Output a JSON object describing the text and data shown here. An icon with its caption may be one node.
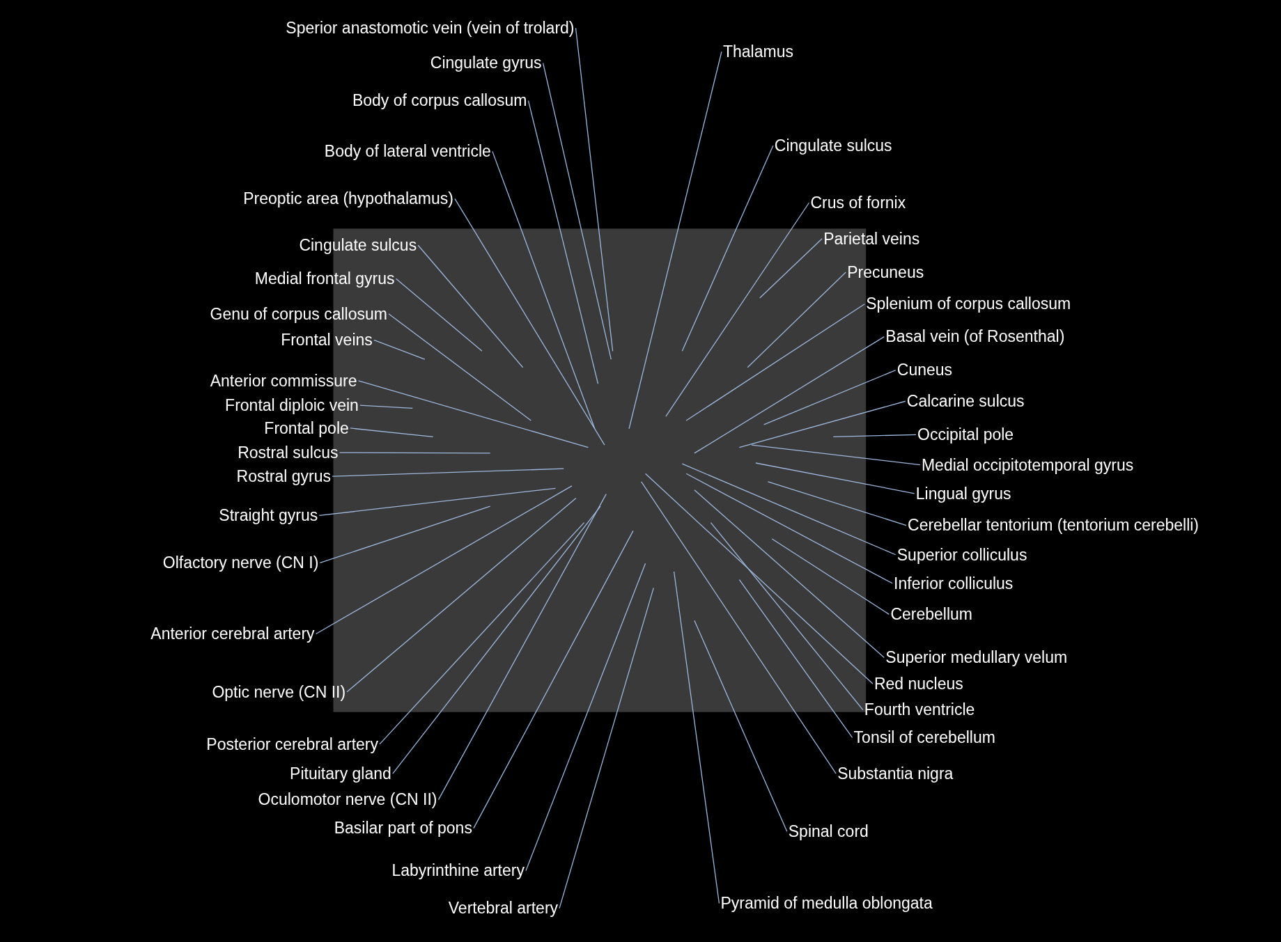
{
  "diagram": {
    "nodes": [
      {
        "text": [
          "Sperior anastomotic vein (vein of trolard)"
        ]
      },
      {
        "text": [
          "Cingulate gyrus"
        ]
      },
      {
        "text": [
          "Body of corpus callosum"
        ]
      },
      {
        "text": [
          "Body of lateral ventricle"
        ]
      },
      {
        "text": [
          "Preoptic area (hypothalamus)"
        ]
      },
      {
        "text": [
          "Cingulate sulcus"
        ]
      },
      {
        "text": [
          "Medial frontal gyrus"
        ]
      },
      {
        "text": [
          "Genu of corpus callosum"
        ]
      },
      {
        "text": [
          "Frontal veins"
        ]
      },
      {
        "text": [
          "Anterior commissure"
        ]
      },
      {
        "text": [
          "Frontal diploic vein"
        ]
      },
      {
        "text": [
          "Frontal pole"
        ]
      },
      {
        "text": [
          "Rostral sulcus"
        ]
      },
      {
        "text": [
          "Rostral gyrus"
        ]
      },
      {
        "text": [
          "Straight gyrus"
        ]
      },
      {
        "text": [
          "Olfactory nerve (CN I)"
        ]
      },
      {
        "text": [
          "Anterior cerebral artery"
        ]
      },
      {
        "text": [
          "Optic nerve (CN II)"
        ]
      },
      {
        "text": [
          "Posterior cerebral artery"
        ]
      },
      {
        "text": [
          "Pituitary gland"
        ]
      },
      {
        "text": [
          "Oculomotor nerve (CN II)"
        ]
      },
      {
        "text": [
          "Basilar part of pons"
        ]
      },
      {
        "text": [
          "Labyrinthine artery"
        ]
      },
      {
        "text": [
          "Vertebral artery"
        ]
      },
      {
        "text": [
          "Thalamus"
        ]
      },
      {
        "text": [
          "Cingulate sulcus"
        ]
      },
      {
        "text": [
          "Crus of fornix"
        ]
      },
      {
        "text": [
          "Parietal veins"
        ]
      },
      {
        "text": [
          "Precuneus"
        ]
      },
      {
        "text": [
          "Splenium of corpus callosum"
        ]
      },
      {
        "text": [
          "Basal vein (of Rosenthal)"
        ]
      },
      {
        "text": [
          "Cuneus"
        ]
      },
      {
        "text": [
          "Calcarine sulcus"
        ]
      },
      {
        "text": [
          "Occipital pole"
        ]
      },
      {
        "text": [
          "Medial occipitotemporal gyrus"
        ]
      },
      {
        "text": [
          "Lingual gyrus"
        ]
      },
      {
        "text": [
          "Cerebellar tentorium (tentorium cerebelli)"
        ]
      },
      {
        "text": [
          "Superior colliculus"
        ]
      },
      {
        "text": [
          "Inferior colliculus"
        ]
      },
      {
        "text": [
          "Cerebellum"
        ]
      },
      {
        "text": [
          "Superior medullary velum"
        ]
      },
      {
        "text": [
          "Red nucleus"
        ]
      },
      {
        "text": [
          "Fourth ventricle"
        ]
      },
      {
        "text": [
          "Tonsil of cerebellum"
        ]
      },
      {
        "text": [
          "Substantia nigra"
        ]
      },
      {
        "text": [
          "Spinal cord"
        ]
      },
      {
        "text": [
          "Pyramid of medulla oblongata"
        ]
      }
    ],
    "edges": [
      {
        "from": 0,
        "to": null,
        "arrow": "none"
      },
      {
        "from": 1,
        "to": null,
        "arrow": "none"
      },
      {
        "from": 2,
        "to": null,
        "arrow": "none"
      },
      {
        "from": 3,
        "to": null,
        "arrow": "none"
      },
      {
        "from": 4,
        "to": null,
        "arrow": "none"
      },
      {
        "from": 5,
        "to": null,
        "arrow": "none"
      },
      {
        "from": 6,
        "to": null,
        "arrow": "none"
      },
      {
        "from": 7,
        "to": null,
        "arrow": "none"
      },
      {
        "from": 8,
        "to": null,
        "arrow": "none"
      },
      {
        "from": 9,
        "to": null,
        "arrow": "none"
      },
      {
        "from": 10,
        "to": null,
        "arrow": "none"
      },
      {
        "from": 11,
        "to": null,
        "arrow": "none"
      },
      {
        "from": 12,
        "to": null,
        "arrow": "none"
      },
      {
        "from": 13,
        "to": null,
        "arrow": "none"
      },
      {
        "from": 14,
        "to": null,
        "arrow": "none"
      },
      {
        "from": 15,
        "to": null,
        "arrow": "none"
      },
      {
        "from": 16,
        "to": null,
        "arrow": "none"
      },
      {
        "from": 17,
        "to": null,
        "arrow": "none"
      },
      {
        "from": 18,
        "to": null,
        "arrow": "none"
      },
      {
        "from": 19,
        "to": null,
        "arrow": "none"
      },
      {
        "from": 20,
        "to": null,
        "arrow": "none"
      },
      {
        "from": 21,
        "to": null,
        "arrow": "none"
      },
      {
        "from": 22,
        "to": null,
        "arrow": "none"
      },
      {
        "from": 23,
        "to": null,
        "arrow": "none"
      },
      {
        "from": 24,
        "to": null,
        "arrow": "none"
      },
      {
        "from": 25,
        "to": null,
        "arrow": "none"
      },
      {
        "from": 26,
        "to": null,
        "arrow": "none"
      },
      {
        "from": 27,
        "to": null,
        "arrow": "none"
      },
      {
        "from": 28,
        "to": null,
        "arrow": "none"
      },
      {
        "from": 29,
        "to": null,
        "arrow": "none"
      },
      {
        "from": 30,
        "to": null,
        "arrow": "none"
      },
      {
        "from": 31,
        "to": null,
        "arrow": "none"
      },
      {
        "from": 32,
        "to": null,
        "arrow": "none"
      },
      {
        "from": 33,
        "to": null,
        "arrow": "none"
      },
      {
        "from": 34,
        "to": null,
        "arrow": "none"
      },
      {
        "from": 35,
        "to": null,
        "arrow": "none"
      },
      {
        "from": 36,
        "to": null,
        "arrow": "none"
      },
      {
        "from": 37,
        "to": null,
        "arrow": "none"
      },
      {
        "from": 38,
        "to": null,
        "arrow": "none"
      },
      {
        "from": 39,
        "to": null,
        "arrow": "none"
      },
      {
        "from": 40,
        "to": null,
        "arrow": "none"
      },
      {
        "from": 41,
        "to": null,
        "arrow": "none"
      },
      {
        "from": 42,
        "to": null,
        "arrow": "none"
      },
      {
        "from": 43,
        "to": null,
        "arrow": "none"
      },
      {
        "from": 44,
        "to": null,
        "arrow": "none"
      },
      {
        "from": 45,
        "to": null,
        "arrow": "none"
      },
      {
        "from": 46,
        "to": null,
        "arrow": "none"
      }
    ]
  }
}
